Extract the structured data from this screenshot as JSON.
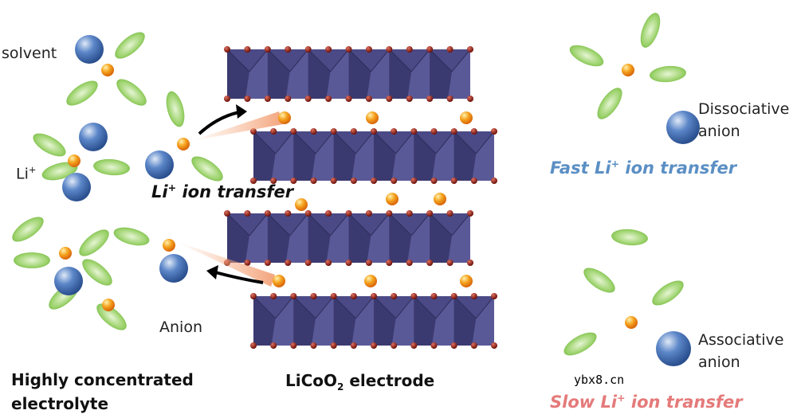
{
  "labels": {
    "solvent": "solvent",
    "li": "Li",
    "li_sup": "+",
    "anion": "Anion",
    "transfer_prefix": "Li",
    "transfer_sup": "+",
    "transfer_suffix": " ion transfer",
    "hce_line1": "Highly concentrated",
    "hce_line2": "electrolyte",
    "electrode_prefix": "LiCoO",
    "electrode_sub": "2",
    "electrode_suffix": " electrode",
    "dissociative_line1": "Dissociative",
    "dissociative_line2": "anion",
    "fast_prefix": "Fast Li",
    "fast_sup": "+",
    "fast_suffix": " ion transfer",
    "associative_line1": "Associative",
    "associative_line2": "anion",
    "slow_prefix": "Slow Li",
    "slow_sup": "+",
    "slow_suffix": " ion transfer",
    "watermark": "ybx8.cn"
  },
  "colors": {
    "fast": "#5b8fc4",
    "slow": "#e57a7a",
    "layer": "#4b4a86",
    "li_ion": "#f39a1e",
    "anion": "#3f6fb5",
    "solvent": "#8cc85a",
    "oxygen": "#8b1a10"
  }
}
